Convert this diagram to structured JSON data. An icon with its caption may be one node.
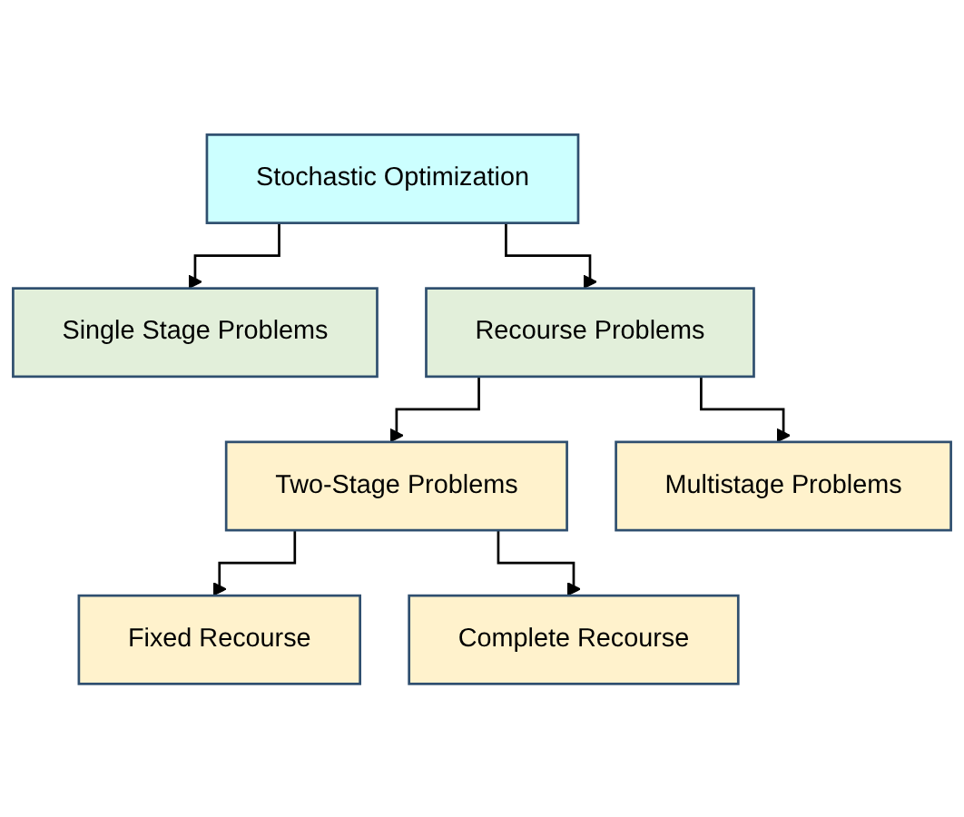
{
  "diagram": {
    "nodes": [
      {
        "text": [
          "Stochastic Optimization"
        ]
      },
      {
        "text": [
          "Single Stage Problems"
        ]
      },
      {
        "text": [
          "Recourse Problems"
        ]
      },
      {
        "text": [
          "Two-Stage Problems"
        ]
      },
      {
        "text": [
          "Multistage Problems"
        ]
      },
      {
        "text": [
          "Fixed Recourse"
        ]
      },
      {
        "text": [
          "Complete Recourse"
        ]
      }
    ],
    "edges": [
      {
        "from": 0,
        "to": 1,
        "arrow": "to"
      },
      {
        "from": 0,
        "to": 2,
        "arrow": "to"
      },
      {
        "from": 2,
        "to": 3,
        "arrow": "to"
      },
      {
        "from": 2,
        "to": 4,
        "arrow": "to"
      },
      {
        "from": 3,
        "to": 5,
        "arrow": "to"
      },
      {
        "from": 3,
        "to": 6,
        "arrow": "to"
      }
    ]
  }
}
